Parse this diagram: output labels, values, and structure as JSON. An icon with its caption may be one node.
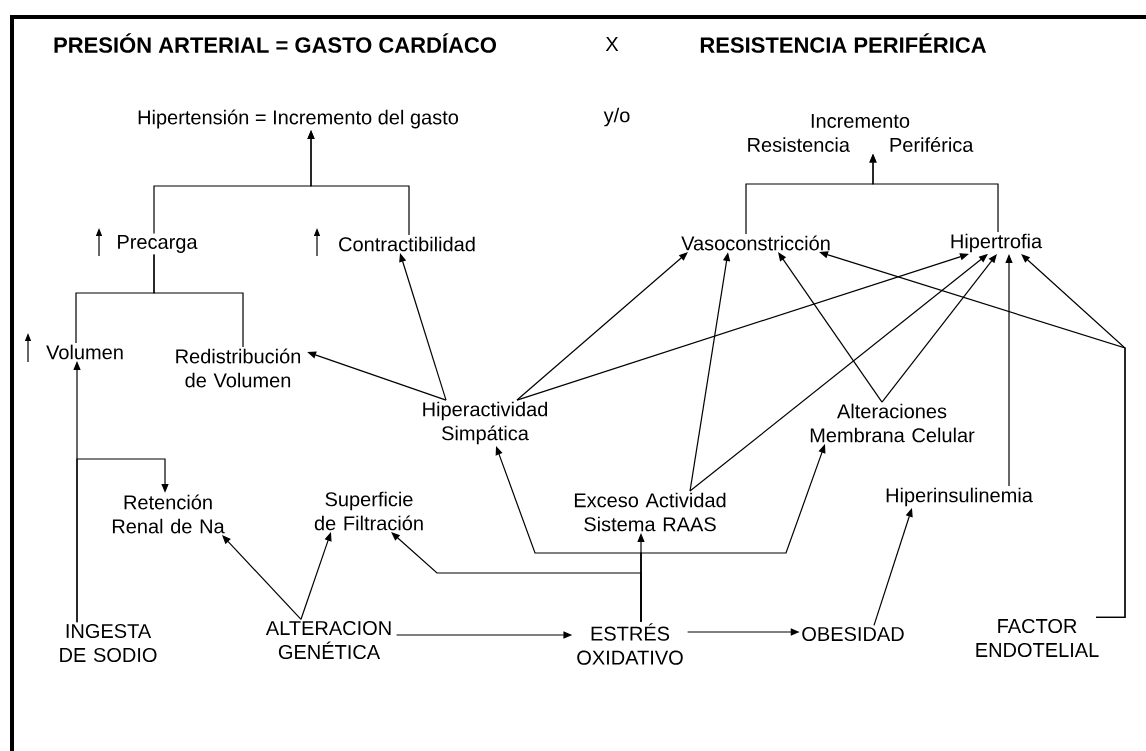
{
  "diagram": {
    "nodes": [
      {
        "text": [
          "Hipertensión = Incremento del gasto"
        ]
      },
      {
        "text": [
          "Incremento",
          "Resistencia",
          "Periférica"
        ]
      },
      {
        "text": [
          "Precarga"
        ]
      },
      {
        "text": [
          "Contractibilidad"
        ]
      },
      {
        "text": [
          "Vasoconstricción"
        ]
      },
      {
        "text": [
          "Hipertrofia"
        ]
      },
      {
        "text": [
          "Volumen"
        ]
      },
      {
        "text": [
          "Redistribución de Volumen"
        ]
      },
      {
        "text": [
          "Hiperactividad Simpática"
        ]
      },
      {
        "text": [
          "Alteraciones Membrana Celular"
        ]
      },
      {
        "text": [
          "Retención Renal de Na"
        ]
      },
      {
        "text": [
          "Superficie de Filtración"
        ]
      },
      {
        "text": [
          "Exceso Actividad Sistema RAAS"
        ]
      },
      {
        "text": [
          "Hiperinsulinemia"
        ]
      },
      {
        "text": [
          "INGESTA DE SODIO"
        ]
      },
      {
        "text": [
          "ALTERACION GENÉTICA"
        ]
      },
      {
        "text": [
          "ESTRÉS OXIDATIVO"
        ]
      },
      {
        "text": [
          "OBESIDAD"
        ]
      },
      {
        "text": [
          "FACTOR ENDOTELIAL"
        ]
      }
    ],
    "edges": [
      {
        "from": 2,
        "to": 0,
        "arrow": "to"
      },
      {
        "from": 3,
        "to": 0,
        "arrow": "to"
      },
      {
        "from": 4,
        "to": 1,
        "arrow": "to"
      },
      {
        "from": 5,
        "to": 1,
        "arrow": "to"
      },
      {
        "from": 6,
        "to": 2,
        "arrow": "none"
      },
      {
        "from": 7,
        "to": 2,
        "arrow": "none"
      },
      {
        "from": 14,
        "to": 6,
        "arrow": "to"
      },
      {
        "from": 14,
        "to": 10,
        "arrow": "to"
      },
      {
        "from": 15,
        "to": 10,
        "arrow": "to"
      },
      {
        "from": 15,
        "to": 11,
        "arrow": "to"
      },
      {
        "from": 15,
        "to": 16,
        "arrow": "to"
      },
      {
        "from": 16,
        "to": 17,
        "arrow": "to"
      },
      {
        "from": 17,
        "to": 13,
        "arrow": "to"
      },
      {
        "from": 16,
        "to": 12,
        "arrow": "to"
      },
      {
        "from": 16,
        "to": 11,
        "arrow": "to"
      },
      {
        "from": 16,
        "to": 8,
        "arrow": "to"
      },
      {
        "from": 16,
        "to": 9,
        "arrow": "to"
      },
      {
        "from": 8,
        "to": 7,
        "arrow": "to"
      },
      {
        "from": 8,
        "to": 3,
        "arrow": "to"
      },
      {
        "from": 8,
        "to": 4,
        "arrow": "to"
      },
      {
        "from": 8,
        "to": 5,
        "arrow": "to"
      },
      {
        "from": 12,
        "to": 4,
        "arrow": "to"
      },
      {
        "from": 12,
        "to": 5,
        "arrow": "to"
      },
      {
        "from": 9,
        "to": 4,
        "arrow": "to"
      },
      {
        "from": 9,
        "to": 5,
        "arrow": "to"
      },
      {
        "from": 13,
        "to": 5,
        "arrow": "to"
      },
      {
        "from": 18,
        "to": 4,
        "arrow": "to"
      },
      {
        "from": 18,
        "to": 5,
        "arrow": "to"
      }
    ],
    "labels": [
      "PRESIÓN ARTERIAL = GASTO CARDÍACO",
      "X",
      "RESISTENCIA PERIFÉRICA",
      "y/o"
    ]
  }
}
